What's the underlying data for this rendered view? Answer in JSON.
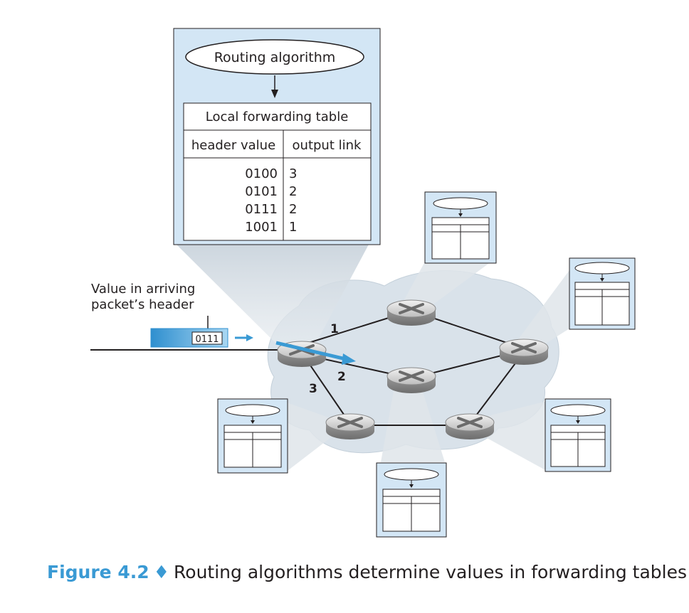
{
  "main_table": {
    "algorithm_label": "Routing algorithm",
    "table_title": "Local forwarding table",
    "col_header": "header value",
    "col_output": "output link",
    "rows": [
      {
        "header": "0100",
        "link": "3"
      },
      {
        "header": "0101",
        "link": "2"
      },
      {
        "header": "0111",
        "link": "2"
      },
      {
        "header": "1001",
        "link": "1"
      }
    ]
  },
  "packet": {
    "label_line1": "Value in arriving",
    "label_line2": "packet’s header",
    "value": "0111"
  },
  "links": {
    "link1": "1",
    "link2": "2",
    "link3": "3"
  },
  "caption": {
    "figure_label": "Figure 4.2",
    "separator": "♦",
    "text": "Routing algorithms determine values in forwarding tables"
  },
  "colors": {
    "accent_blue": "#3a9ad4",
    "panel_blue": "#d3e6f5",
    "cloud": "#dce4ec"
  }
}
